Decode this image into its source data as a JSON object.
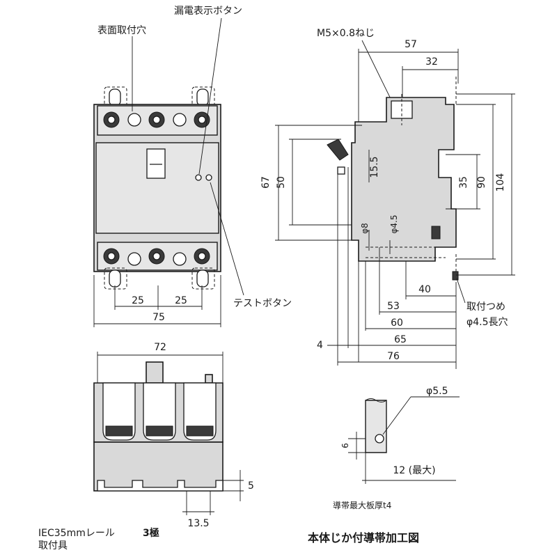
{
  "labels": {
    "surface_mount_holes": "表面取付穴",
    "leakage_indicator_button": "漏電表示ボタン",
    "test_button": "テストボタン",
    "screw": "M5×0.8ねじ",
    "mounting_tab": "取付つめ",
    "slot_hole": "φ4.5長穴",
    "din_rail_adapter_line1": "IEC35mmレール",
    "din_rail_adapter_line2": "取付具",
    "poles": "3極",
    "busbar_thickness": "導帯最大板厚t4",
    "busbar_drawing_title": "本体じか付導帯加工図"
  },
  "dimensions": {
    "front_pitch_left": "25",
    "front_pitch_right": "25",
    "front_width": "75",
    "bottom_width": "72",
    "bottom_height": "5",
    "bottom_rail_pitch": "13.5",
    "side_57": "57",
    "side_32": "32",
    "side_67": "67",
    "side_50": "50",
    "side_15_5": "15.5",
    "side_35": "35",
    "side_90": "90",
    "side_104": "104",
    "side_phi8": "φ8",
    "side_phi4_5": "φ4.5",
    "side_40": "40",
    "side_53": "53",
    "side_60": "60",
    "side_65": "65",
    "side_76": "76",
    "side_4": "4",
    "bar_phi5_5": "φ5.5",
    "bar_6": "6",
    "bar_12": "12 (最大)"
  }
}
